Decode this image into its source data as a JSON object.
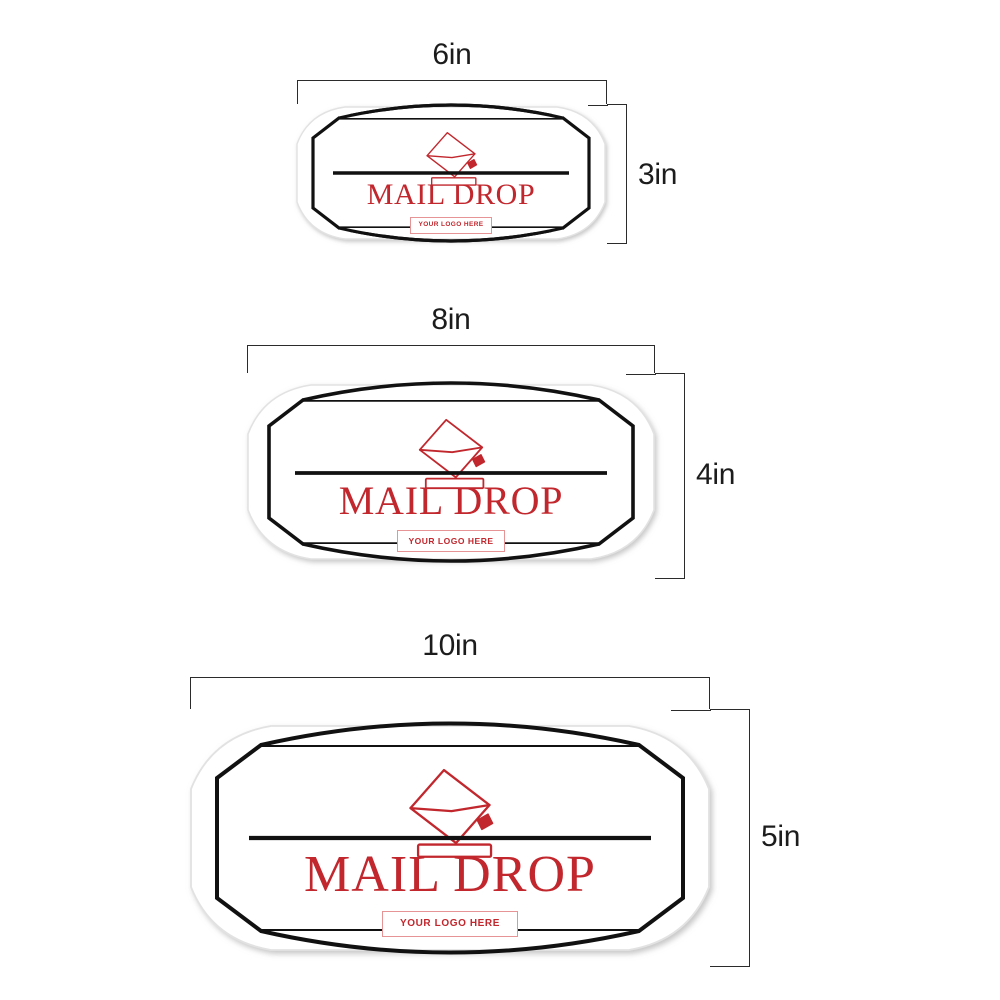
{
  "page": {
    "background": "#ffffff",
    "accent_red": "#C1272D",
    "outline_black": "#111111",
    "logo_border": "#E79497",
    "dimension_line": "#2b2b2b"
  },
  "sign_common": {
    "title": "MAIL DROP",
    "logo_placeholder": "YOUR LOGO HERE",
    "icon": "envelope-mail-slot-icon"
  },
  "sizes": [
    {
      "id": "small",
      "width_label": "6in",
      "height_label": "3in",
      "width_in": 6,
      "height_in": 3,
      "title": "MAIL DROP",
      "logo_placeholder": "YOUR LOGO HERE"
    },
    {
      "id": "medium",
      "width_label": "8in",
      "height_label": "4in",
      "width_in": 8,
      "height_in": 4,
      "title": "MAIL DROP",
      "logo_placeholder": "YOUR LOGO HERE"
    },
    {
      "id": "large",
      "width_label": "10in",
      "height_label": "5in",
      "width_in": 10,
      "height_in": 5,
      "title": "MAIL DROP",
      "logo_placeholder": "YOUR LOGO HERE"
    }
  ]
}
